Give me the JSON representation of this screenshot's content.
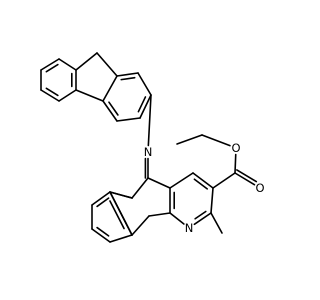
{
  "atoms": [
    {
      "element": "N",
      "role": "imine-nitrogen"
    },
    {
      "element": "N",
      "role": "pyridine-nitrogen"
    },
    {
      "element": "O",
      "role": "ester-ether-oxygen"
    },
    {
      "element": "O",
      "role": "ester-carbonyl-oxygen"
    }
  ],
  "colors": {
    "bond": "#000000",
    "label": "#000000",
    "background": "#ffffff"
  }
}
